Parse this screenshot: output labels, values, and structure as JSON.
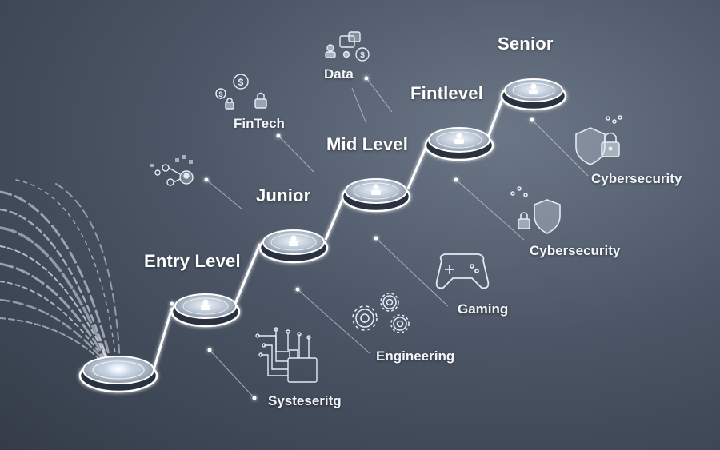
{
  "colors": {
    "background": "#4c5666",
    "path": "#ffffff",
    "glow": "#dbe6f5"
  },
  "stages": [
    {
      "label": "",
      "icon": "glow-origin-icon"
    },
    {
      "label": "Entry Level",
      "icon": "user-icon"
    },
    {
      "label": "Junior",
      "icon": "user-icon"
    },
    {
      "label": "Mid Level",
      "icon": "user-icon"
    },
    {
      "label": "Fintlevel",
      "icon": "user-icon"
    },
    {
      "label": "Senior",
      "icon": "user-icon"
    }
  ],
  "industries": [
    {
      "label": "Systeseritg",
      "icon": "circuit-board-icon"
    },
    {
      "label": "Engineering",
      "icon": "gears-icon"
    },
    {
      "label": "Gaming",
      "icon": "gamepad-icon"
    },
    {
      "label": "Cybersecurity",
      "icon": "shield-lock-icon"
    },
    {
      "label": "Cybersecurity",
      "icon": "shield-lock-icon"
    },
    {
      "label": "FinTech",
      "icon": "coins-lock-icon"
    },
    {
      "label": "Data",
      "icon": "data-people-icon"
    },
    {
      "label": "",
      "icon": "network-nodes-icon"
    }
  ]
}
